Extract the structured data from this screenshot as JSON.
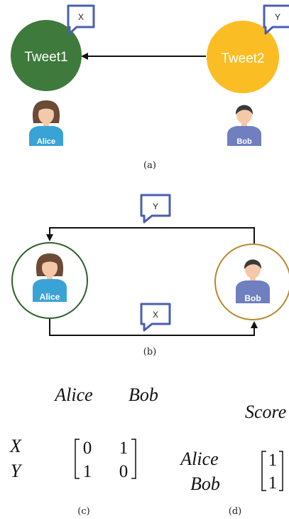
{
  "panel_a": {
    "tweet1": {
      "label": "Tweet1",
      "tag": "X",
      "color": "#3d7a3c"
    },
    "tweet2": {
      "label": "Tweet2",
      "tag": "Y",
      "color": "#fbbd24"
    },
    "user_left": "Alice",
    "user_right": "Bob",
    "caption": "(a)"
  },
  "panel_b": {
    "top_tag": "Y",
    "bottom_tag": "X",
    "user_left": "Alice",
    "user_right": "Bob",
    "caption": "(b)",
    "left_ring_color": "#2e5e2e",
    "right_ring_color": "#b8892a"
  },
  "panel_c": {
    "col_header_1": "Alice",
    "col_header_2": "Bob",
    "row_label_1": "X",
    "row_label_2": "Y",
    "matrix": [
      [
        "0",
        "1"
      ],
      [
        "1",
        "0"
      ]
    ],
    "caption": "(c)"
  },
  "panel_d": {
    "col_header": "Score",
    "row_label_1": "Alice",
    "row_label_2": "Bob",
    "vector": [
      "1",
      "1"
    ],
    "caption": "(d)"
  },
  "colors": {
    "bubble_stroke": "#4a5fb0",
    "alice_shirt": "#3aa3d6",
    "bob_shirt": "#6f7fc0",
    "alice_hair": "#6b4a36",
    "bob_hair": "#3a3a3a",
    "skin": "#f4c8a8"
  }
}
